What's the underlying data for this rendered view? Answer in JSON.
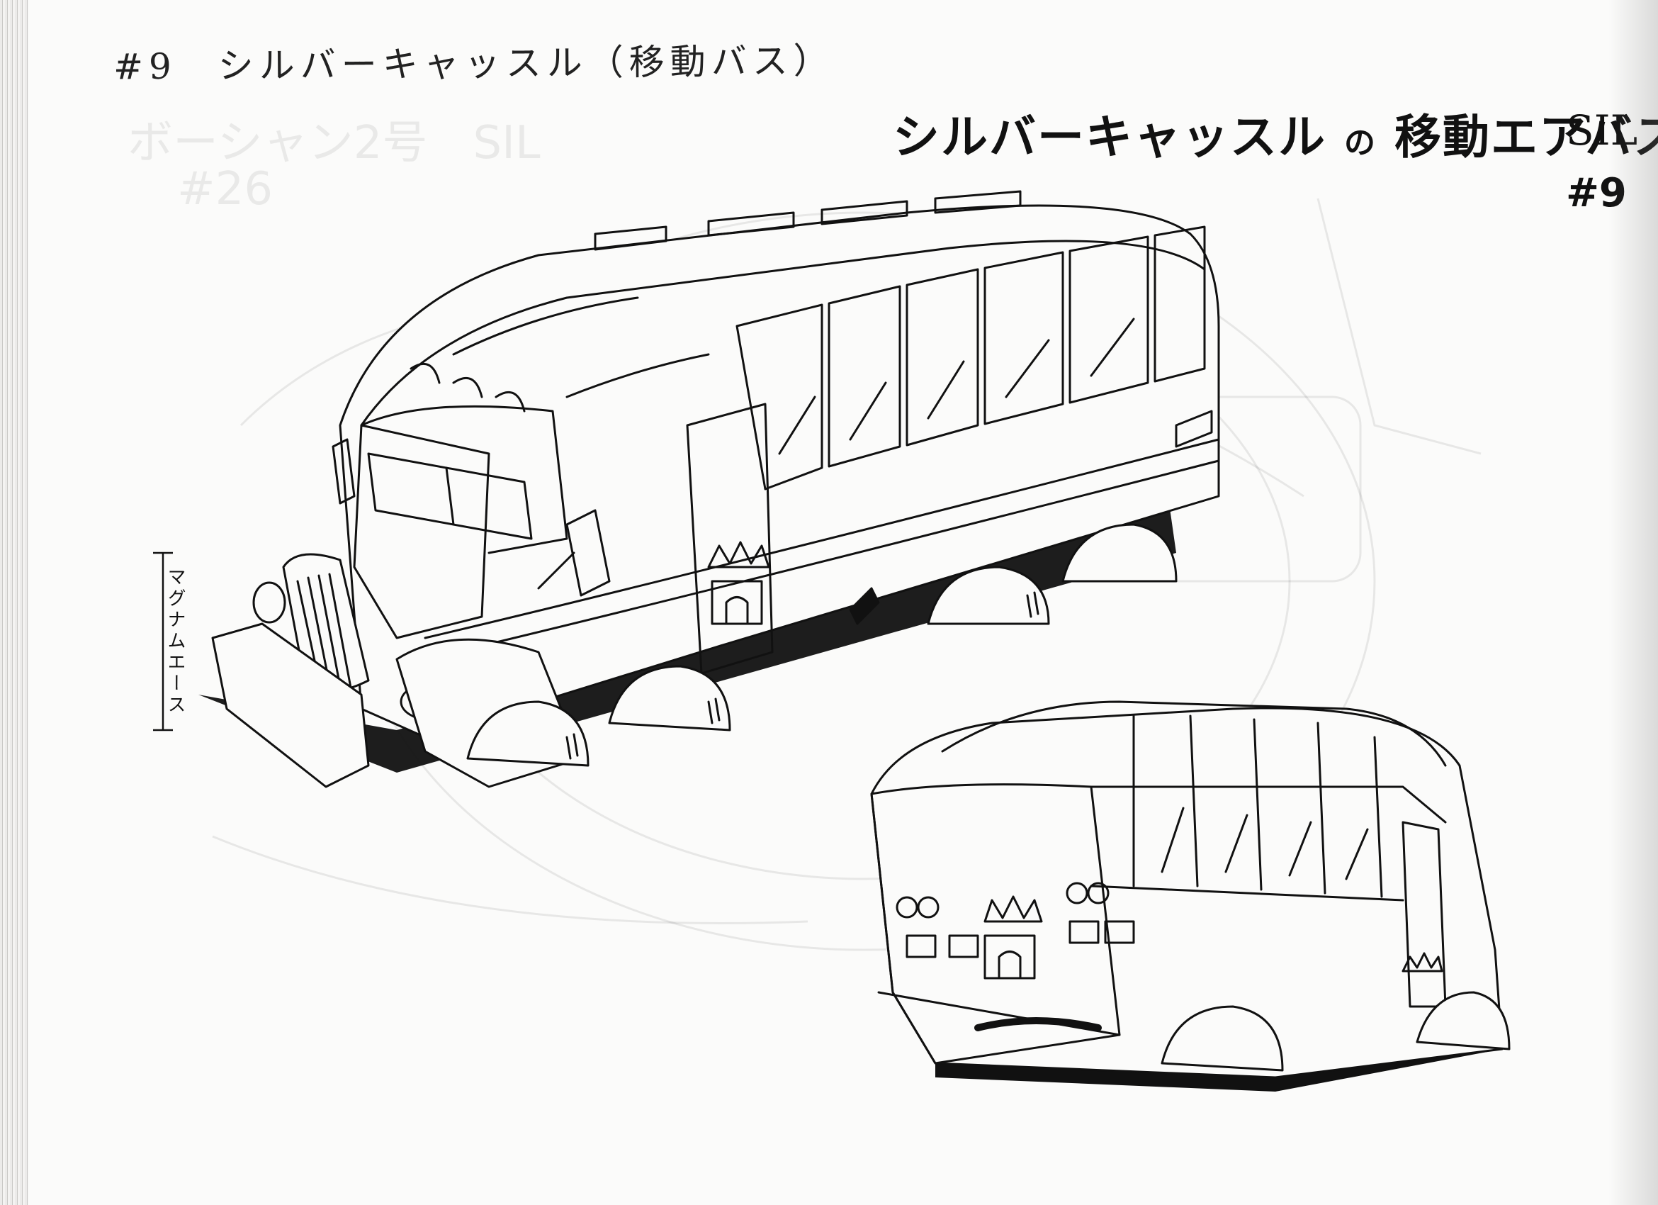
{
  "sheet": {
    "handwritten_note": "#9　シルバーキャッスル（移動バス）",
    "title_katakana": "シルバーキャッスル",
    "title_particle": "の",
    "title_kanji": "移動エアバス",
    "code": "SIL",
    "episode": "#9",
    "dimension_label": "マグナムエース"
  },
  "background_ghost": {
    "line1": "ボーシャン2号　SIL",
    "line2": "#26"
  },
  "illustrations": [
    {
      "name": "bus-front-three-quarter-view",
      "emblem-icon": "crown-castle-icon"
    },
    {
      "name": "bus-rear-three-quarter-view",
      "emblem-icon": "crown-castle-icon"
    }
  ],
  "colors": {
    "paper": "#fbfbfa",
    "ink": "#111111",
    "margin": "#d9d8d6"
  }
}
